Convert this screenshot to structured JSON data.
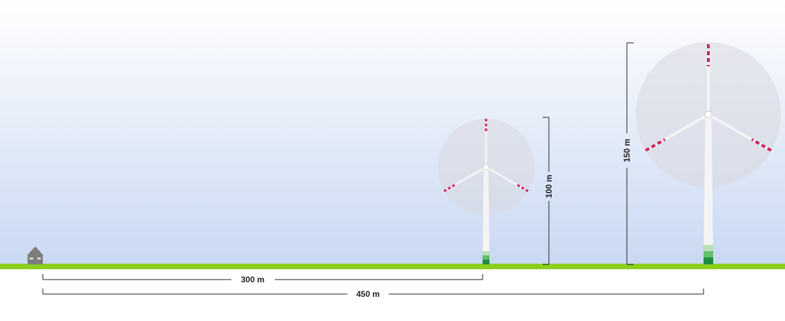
{
  "colors": {
    "sky_top": "#ffffff",
    "sky_bottom": "#c9d8f2",
    "ground": "#8ccf1c",
    "tower": "#f4f4f4",
    "blade_tip": "#d2245e",
    "rotor_disc": "#d8d8e0",
    "tower_base": [
      "#b7e0b7",
      "#5fbf6a",
      "#1e8e3e"
    ],
    "house": "#7d7d7d",
    "dimension_line": "#222222"
  },
  "turbines": [
    {
      "id": "turbine-100",
      "height_label": "100 m",
      "height_m": 100,
      "distance_m": 300
    },
    {
      "id": "turbine-150",
      "height_label": "150 m",
      "height_m": 150,
      "distance_m": 450
    }
  ],
  "distances": [
    {
      "label": "300 m",
      "meters": 300
    },
    {
      "label": "450 m",
      "meters": 450
    }
  ],
  "icons": [
    "house-icon",
    "wind-turbine-icon"
  ]
}
